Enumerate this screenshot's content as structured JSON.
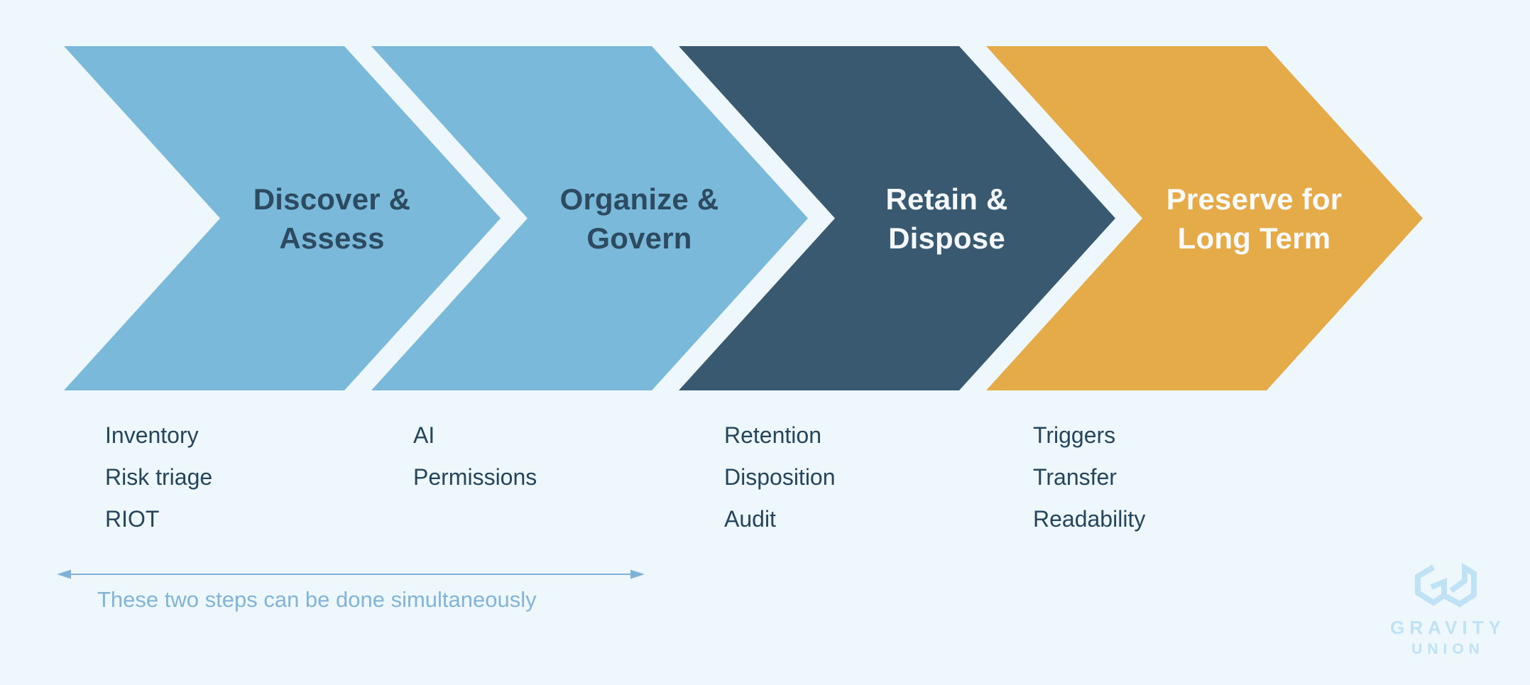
{
  "background_color": "#eef7fc",
  "steps": [
    {
      "title_lines": [
        "Discover &",
        "Assess"
      ],
      "color": "#7ab9d9",
      "title_color": "#2d4b60",
      "items": [
        "Inventory",
        "Risk triage",
        "RIOT"
      ]
    },
    {
      "title_lines": [
        "Organize &",
        "Govern"
      ],
      "color": "#7ab9d9",
      "title_color": "#2d4b60",
      "items": [
        "AI",
        "Permissions"
      ]
    },
    {
      "title_lines": [
        "Retain &",
        "Dispose"
      ],
      "color": "#38596f",
      "title_color": "#f4f8fb",
      "items": [
        "Retention",
        "Disposition",
        "Audit"
      ]
    },
    {
      "title_lines": [
        "Preserve for",
        "Long Term"
      ],
      "color": "#e5ab49",
      "title_color": "#f8fafb",
      "items": [
        "Triggers",
        "Transfer",
        "Readability"
      ]
    }
  ],
  "list_text_color": "#24455b",
  "annotation": {
    "text": "These two steps can be done simultaneously",
    "color": "#82b4d8"
  },
  "logo": {
    "line1": "GRAVITY",
    "line2": "UNION",
    "color": "#bfe2f4"
  }
}
